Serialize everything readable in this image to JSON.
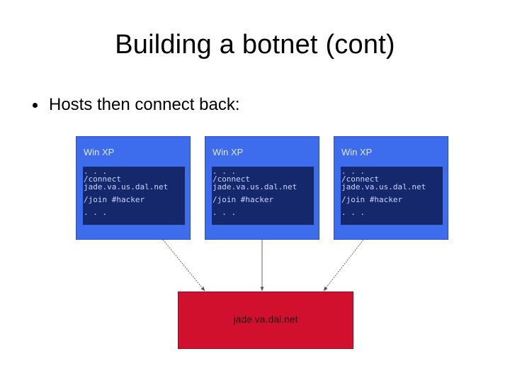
{
  "slide": {
    "title": "Building a botnet (cont)",
    "bullet": "Hosts then connect back:"
  },
  "hosts": [
    {
      "label": "Win XP",
      "lines": [
        ". . .",
        "/connect",
        "jade.va.us.dal.net",
        "/join #hacker",
        ". . ."
      ]
    },
    {
      "label": "Win XP",
      "lines": [
        ". . .",
        "/connect",
        "jade.va.us.dal.net",
        "/join #hacker",
        ". . ."
      ]
    },
    {
      "label": "Win XP",
      "lines": [
        ". . .",
        "/connect",
        "jade.va.us.dal.net",
        "/join #hacker",
        ". . ."
      ]
    }
  ],
  "server": {
    "label": "jade.va.dal.net"
  },
  "colors": {
    "host_fill": "#3d6ded",
    "terminal_fill": "#14286b",
    "server_fill": "#d0102c",
    "arrow": "#555555"
  }
}
